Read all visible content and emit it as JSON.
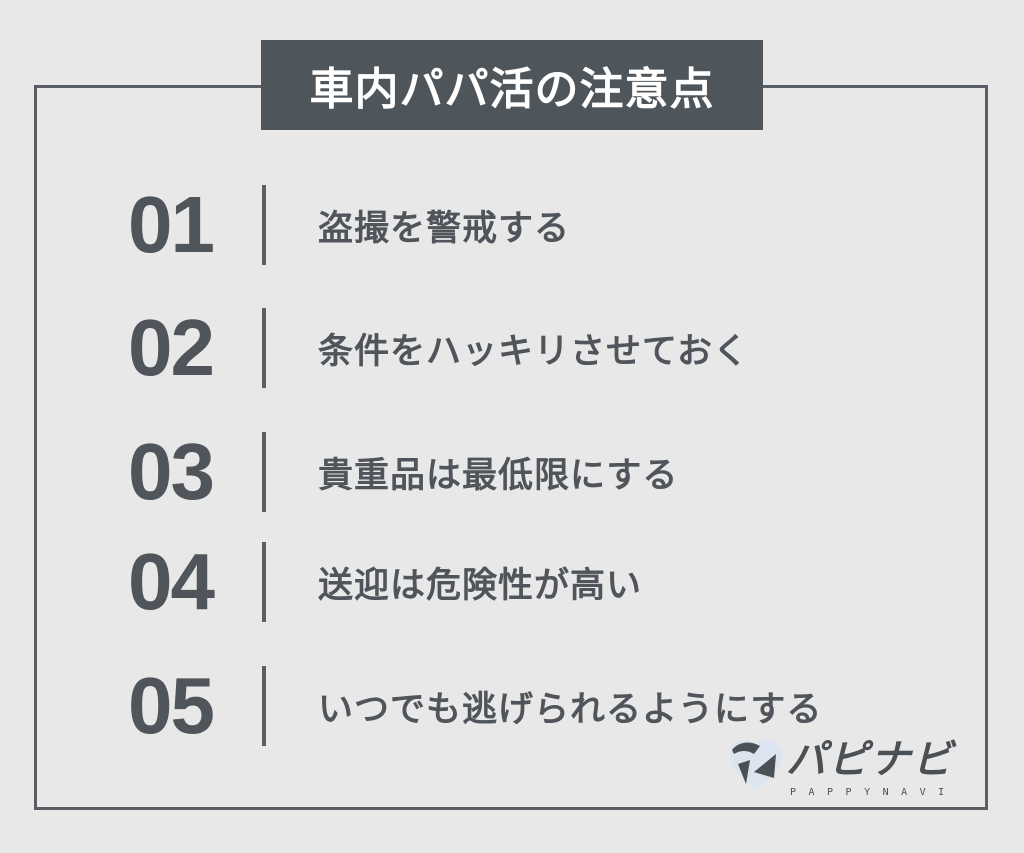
{
  "title": "車内パパ活の注意点",
  "items": [
    {
      "number": "01",
      "text": "盗撮を警戒する"
    },
    {
      "number": "02",
      "text": "条件をハッキリさせておく"
    },
    {
      "number": "03",
      "text": "貴重品は最低限にする"
    },
    {
      "number": "04",
      "text": "送迎は危険性が高い"
    },
    {
      "number": "05",
      "text": "いつでも逃げられるようにする"
    }
  ],
  "logo": {
    "name": "パピナビ",
    "subtitle": "PAPPYNAVI"
  },
  "colors": {
    "background": "#e8e8e8",
    "frame": "#585e64",
    "title_box": "#4e555b",
    "text": "#4f555a",
    "logo_heart": "#dce4ef"
  }
}
